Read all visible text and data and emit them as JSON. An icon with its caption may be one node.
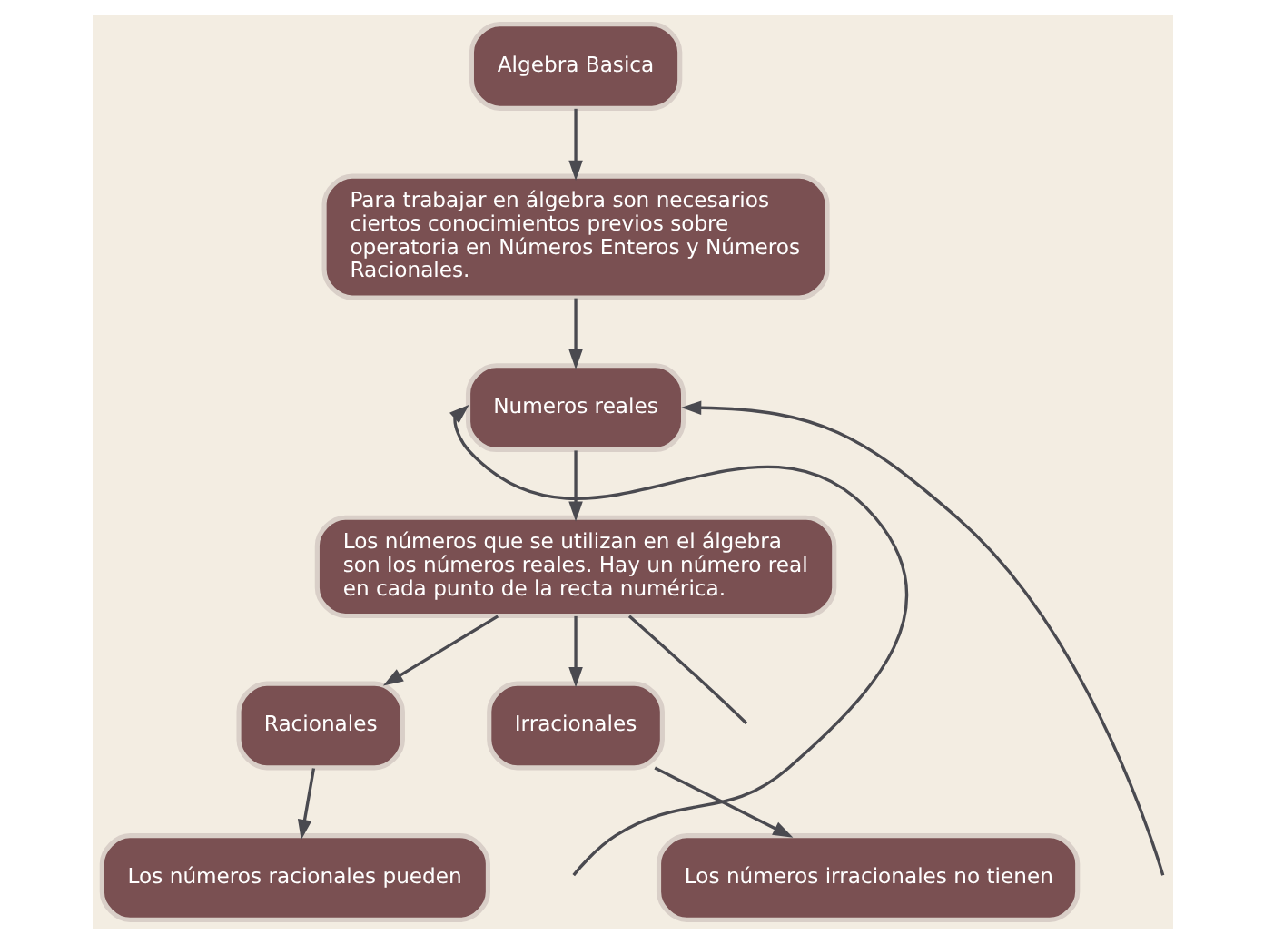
{
  "diagram": {
    "nodes": [
      {
        "text": [
          "Algebra Basica"
        ]
      },
      {
        "text": [
          "Para trabajar en álgebra son necesarios ciertos conocimientos previos sobre operatoria en Números Enteros y Números Racionales."
        ]
      },
      {
        "text": [
          "Numeros reales"
        ]
      },
      {
        "text": [
          "Los números que se utilizan en el álgebra son los números reales. Hay un número real en cada punto de la recta numérica."
        ]
      },
      {
        "text": [
          "Racionales"
        ]
      },
      {
        "text": [
          "Los números racionales pueden"
        ]
      },
      {
        "text": [
          "Irracionales"
        ]
      },
      {
        "text": [
          "Los números irracionales no tienen"
        ]
      }
    ],
    "edges": [
      {
        "from": 0,
        "to": 1,
        "arrow": "to"
      },
      {
        "from": 1,
        "to": 2,
        "arrow": "to"
      },
      {
        "from": 2,
        "to": 3,
        "arrow": "to"
      },
      {
        "from": 3,
        "to": 4,
        "arrow": "to"
      },
      {
        "from": 3,
        "to": 6,
        "arrow": "to"
      },
      {
        "from": 4,
        "to": 5,
        "arrow": "to"
      },
      {
        "from": 6,
        "to": 7,
        "arrow": "to"
      },
      {
        "from": null,
        "to": 2,
        "arrow": "to"
      },
      {
        "from": null,
        "to": 2,
        "arrow": "to"
      },
      {
        "from": 3,
        "to": null,
        "arrow": "none"
      }
    ]
  }
}
